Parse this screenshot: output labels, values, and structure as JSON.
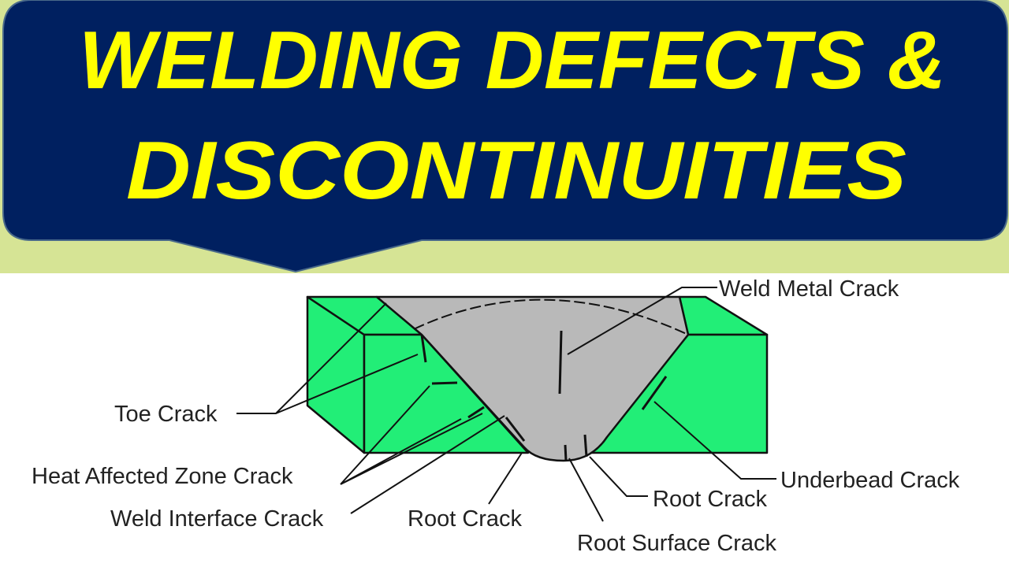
{
  "title": {
    "line1": "WELDING DEFECTS &",
    "line2": "DISCONTINUITIES"
  },
  "colors": {
    "banner": "#002060",
    "title_text": "#ffff00",
    "background_band": "#d6e495",
    "base_metal": "#22ee77",
    "weld_metal": "#b9b9b9"
  },
  "labels": {
    "weld_metal_crack": "Weld Metal Crack",
    "toe_crack": "Toe Crack",
    "haz_crack": "Heat Affected Zone Crack",
    "weld_interface_crack": "Weld Interface Crack",
    "root_crack_left": "Root Crack",
    "root_crack_right": "Root Crack",
    "root_surface_crack": "Root Surface Crack",
    "underbead_crack": "Underbead Crack"
  }
}
